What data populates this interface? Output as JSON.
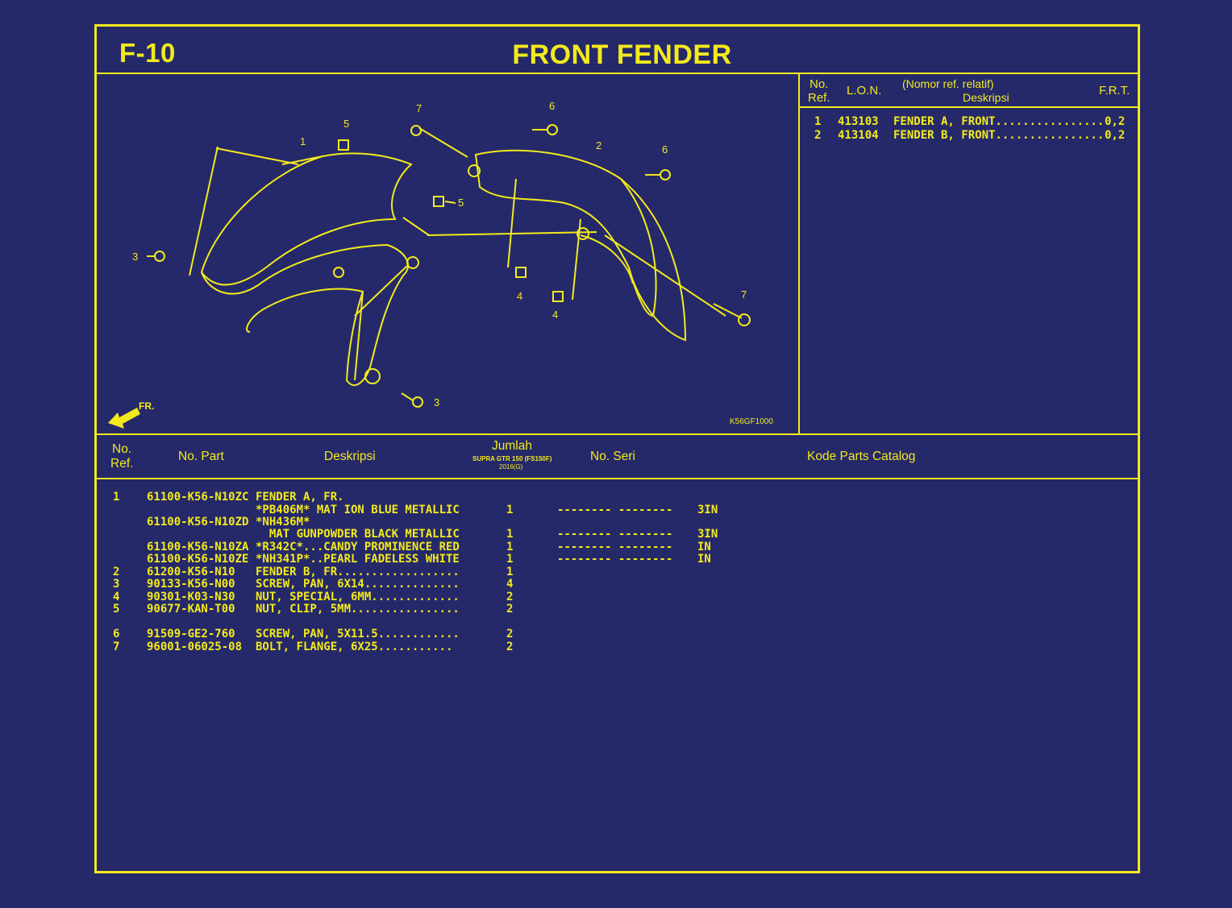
{
  "header": {
    "section_code": "F-10",
    "title": "FRONT FENDER"
  },
  "diagram": {
    "fr_label": "FR.",
    "figure_code": "K56GF1000",
    "callouts": [
      "1",
      "2",
      "3",
      "3",
      "4",
      "4",
      "5",
      "5",
      "6",
      "6",
      "7",
      "7"
    ]
  },
  "lon_table": {
    "headers": {
      "no": "No.",
      "ref": "Ref.",
      "lon": "L.O.N.",
      "nomor": "(Nomor ref. relatif)",
      "deskripsi": "Deskripsi",
      "frt": "F.R.T."
    },
    "rows": [
      {
        "ref": "1",
        "lon": "413103",
        "desc": "FENDER A, FRONT................",
        "frt": "0,2"
      },
      {
        "ref": "2",
        "lon": "413104",
        "desc": "FENDER B, FRONT................",
        "frt": "0,2"
      }
    ]
  },
  "parts_table": {
    "headers": {
      "no": "No.",
      "ref": "Ref.",
      "part": "No. Part",
      "desc": "Deskripsi",
      "jumlah": "Jumlah",
      "model": "SUPRA GTR 150 (FS150F)",
      "year": "2016(G)",
      "seri": "No. Seri",
      "catalog": "Kode Parts Catalog"
    },
    "rows": [
      {
        "ref": "1",
        "part": "61100-K56-N10ZC",
        "desc": "FENDER A, FR.",
        "qty": "",
        "seri": "",
        "code": ""
      },
      {
        "ref": "",
        "part": "",
        "desc": "*PB406M* MAT ION BLUE METALLIC",
        "qty": "1",
        "seri": "-------- --------",
        "code": "3IN"
      },
      {
        "ref": "",
        "part": "61100-K56-N10ZD",
        "desc": "*NH436M*",
        "qty": "",
        "seri": "",
        "code": ""
      },
      {
        "ref": "",
        "part": "",
        "desc": "  MAT GUNPOWDER BLACK METALLIC",
        "qty": "1",
        "seri": "-------- --------",
        "code": "3IN"
      },
      {
        "ref": "",
        "part": "61100-K56-N10ZA",
        "desc": "*R342C*...CANDY PROMINENCE RED",
        "qty": "1",
        "seri": "-------- --------",
        "code": "IN"
      },
      {
        "ref": "",
        "part": "61100-K56-N10ZE",
        "desc": "*NH341P*..PEARL FADELESS WHITE",
        "qty": "1",
        "seri": "-------- --------",
        "code": "IN"
      },
      {
        "ref": "2",
        "part": "61200-K56-N10",
        "desc": "FENDER B, FR..................",
        "qty": "1",
        "seri": "",
        "code": ""
      },
      {
        "ref": "3",
        "part": "90133-K56-N00",
        "desc": "SCREW, PAN, 6X14..............",
        "qty": "4",
        "seri": "",
        "code": ""
      },
      {
        "ref": "4",
        "part": "90301-K03-N30",
        "desc": "NUT, SPECIAL, 6MM.............",
        "qty": "2",
        "seri": "",
        "code": ""
      },
      {
        "ref": "5",
        "part": "90677-KAN-T00",
        "desc": "NUT, CLIP, 5MM................",
        "qty": "2",
        "seri": "",
        "code": ""
      },
      {
        "ref": "6",
        "part": "91509-GE2-760",
        "desc": "SCREW, PAN, 5X11.5............",
        "qty": "2",
        "seri": "",
        "code": ""
      },
      {
        "ref": "7",
        "part": "96001-06025-08",
        "desc": "BOLT, FLANGE, 6X25...........",
        "qty": "2",
        "seri": "",
        "code": ""
      }
    ]
  },
  "colors": {
    "background": "#25296a",
    "accent": "#f3ea1c"
  }
}
